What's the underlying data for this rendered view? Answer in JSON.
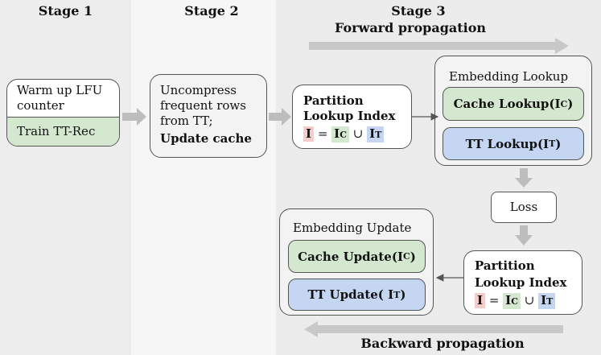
{
  "stages": {
    "s1": "Stage 1",
    "s2": "Stage 2",
    "s3": "Stage 3"
  },
  "forward": "Forward propagation",
  "backward": "Backward propagation",
  "stage1": {
    "warmup": "Warm up LFU counter",
    "train": "Train TT-Rec"
  },
  "stage2": {
    "line1": "Uncompress",
    "line2": "frequent rows",
    "line3": "from TT;",
    "line4": "Update cache"
  },
  "partition": {
    "line1": "Partition",
    "line2": "Lookup Index",
    "I": "I",
    "eq": "=",
    "Ic": "I",
    "c": "C",
    "union": "∪",
    "It": "I",
    "t": "T"
  },
  "lookup": {
    "title": "Embedding Lookup",
    "cache": "Cache Lookup(I",
    "cache_sub": "C",
    "tt": "TT Lookup(I",
    "tt_sub": "T",
    "close": ")"
  },
  "loss": "Loss",
  "update": {
    "title": "Embedding Update",
    "cache": "Cache Update(I",
    "cache_sub": "C",
    "tt": "TT Update( I",
    "tt_sub": "T",
    "close": ")"
  },
  "colors": {
    "green": "#d4e8cf",
    "blue": "#c4d6f2",
    "red": "#f3cccc",
    "arrow": "#c8c8c8"
  }
}
